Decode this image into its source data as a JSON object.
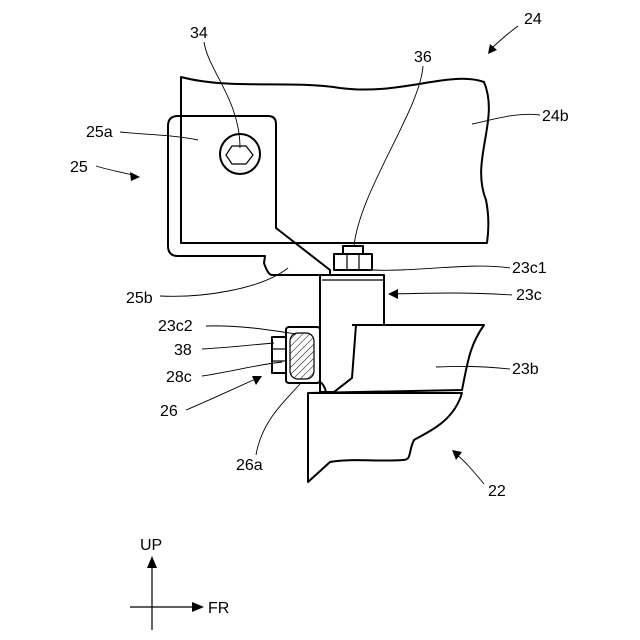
{
  "labels": {
    "l24": "24",
    "l34": "34",
    "l36": "36",
    "l25a": "25a",
    "l24b": "24b",
    "l25": "25",
    "l23c1": "23c1",
    "l23c": "23c",
    "l25b": "25b",
    "l23c2": "23c2",
    "l38": "38",
    "l23b": "23b",
    "l28c": "28c",
    "l26": "26",
    "l26a": "26a",
    "l22": "22"
  },
  "axes": {
    "up": "UP",
    "fr": "FR"
  }
}
